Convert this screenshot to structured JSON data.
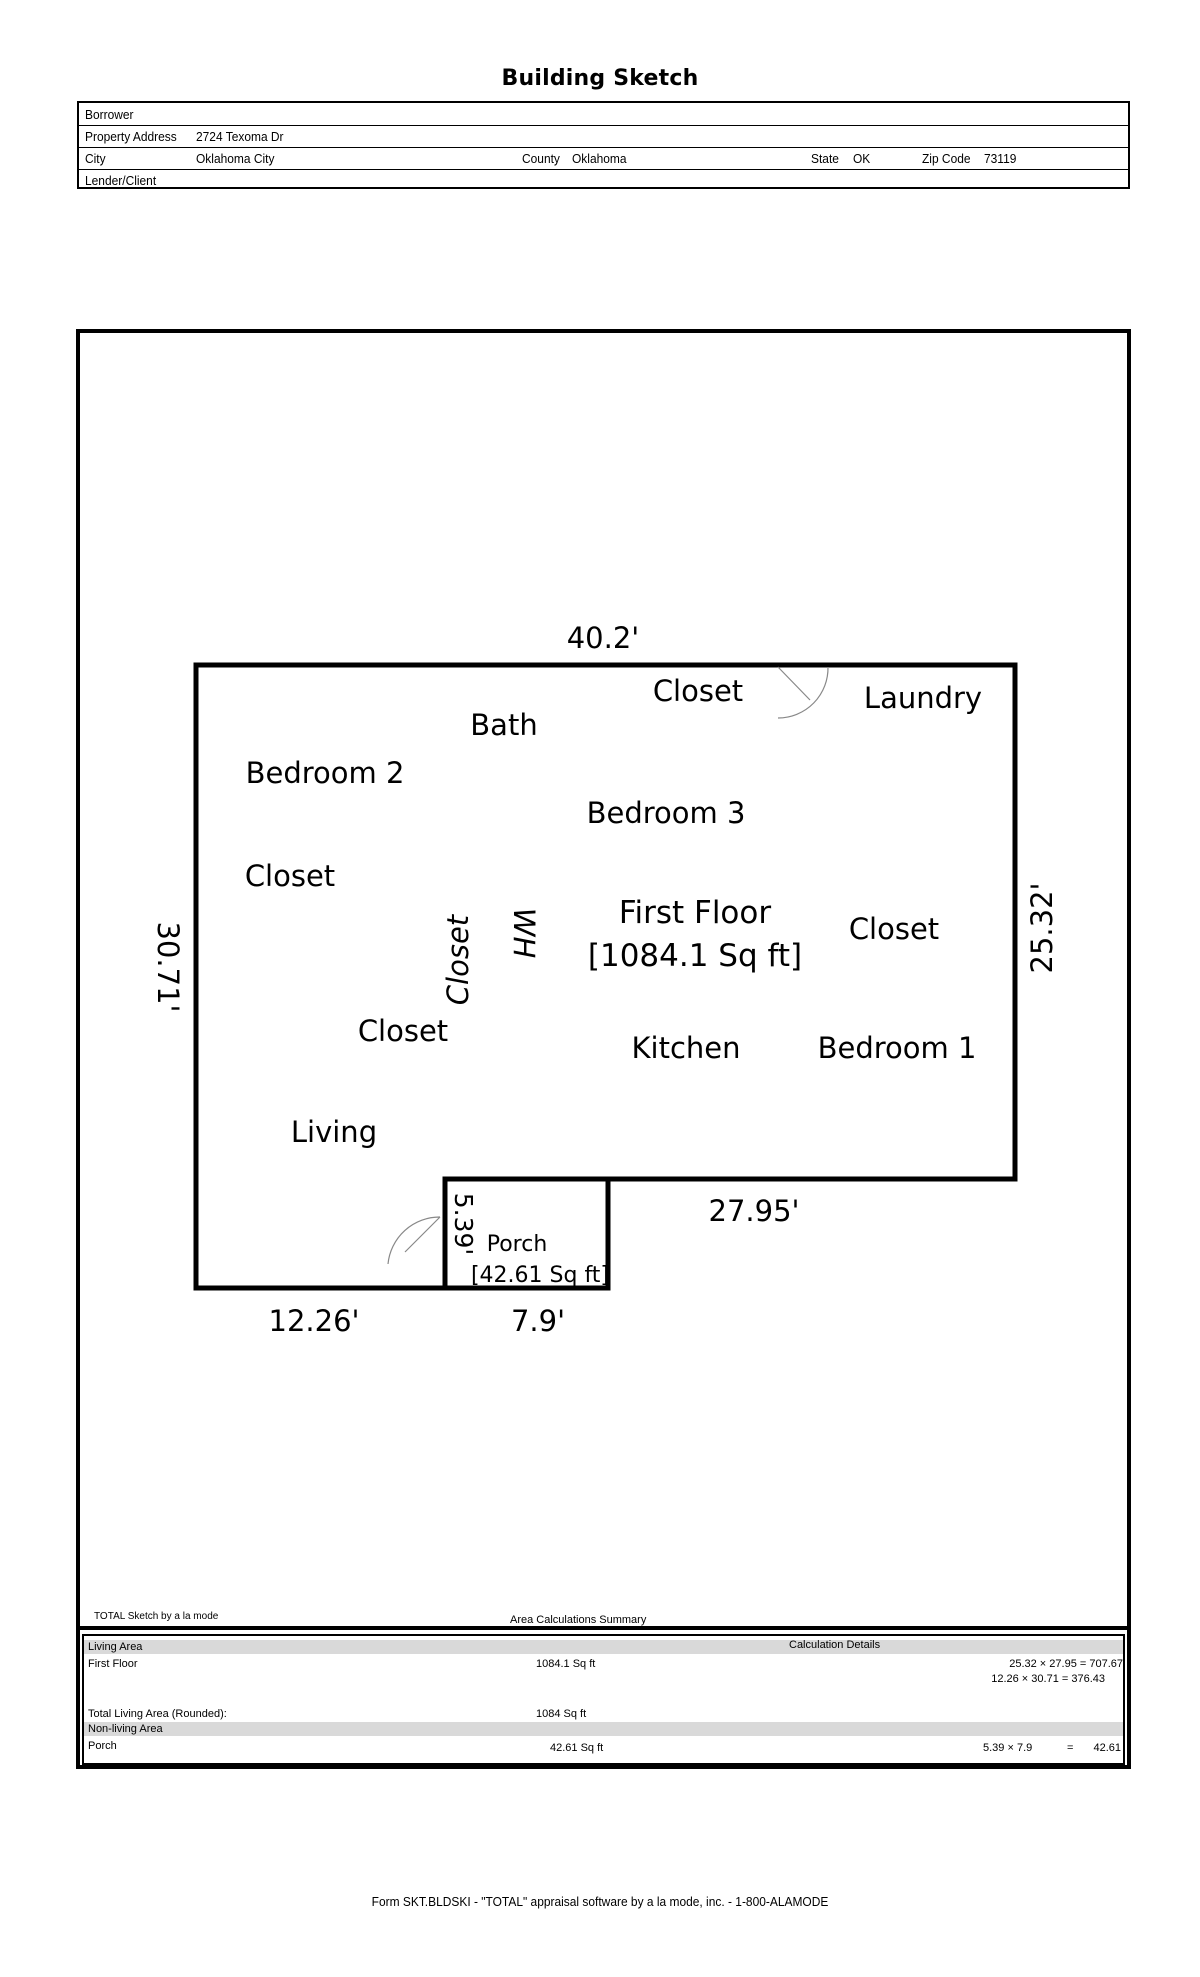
{
  "title": "Building Sketch",
  "header": {
    "borrower_label": "Borrower",
    "address_label": "Property Address",
    "address_value": "2724 Texoma Dr",
    "city_label": "City",
    "city_value": "Oklahoma City",
    "county_label": "County",
    "county_value": "Oklahoma",
    "state_label": "State",
    "state_value": "OK",
    "zip_label": "Zip Code",
    "zip_value": "73119",
    "lender_label": "Lender/Client"
  },
  "plan": {
    "rooms": {
      "closet_top": "Closet",
      "laundry": "Laundry",
      "bath": "Bath",
      "bedroom2": "Bedroom 2",
      "bedroom3": "Bedroom 3",
      "closet_left": "Closet",
      "closet_vertical": "Closet",
      "wh": "WH",
      "first_floor": "First Floor",
      "first_floor_area": "[1084.1 Sq ft]",
      "closet_right": "Closet",
      "closet_mid": "Closet",
      "kitchen": "Kitchen",
      "bedroom1": "Bedroom 1",
      "living": "Living",
      "porch": "Porch",
      "porch_area": "[42.61 Sq ft]"
    },
    "dimensions": {
      "top": "40.2'",
      "left": "30.71'",
      "right": "25.32'",
      "bottom_right": "27.95'",
      "porch_height": "5.39'",
      "bottom_left": "12.26'",
      "bottom_porch": "7.9'"
    }
  },
  "credit": "TOTAL Sketch by a la mode",
  "summary": {
    "heading": "Area Calculations Summary",
    "living_area_label": "Living Area",
    "calc_details_label": "Calculation Details",
    "first_floor_label": "First Floor",
    "first_floor_value": "1084.1 Sq ft",
    "calc_line1": "25.32  ×  27.95  =  707.67",
    "calc_line2": "12.26 × 30.71 = 376.43",
    "total_label": "Total Living Area (Rounded):",
    "total_value": "1084 Sq ft",
    "non_living_label": "Non-living Area",
    "porch_label": "Porch",
    "porch_value": "42.61 Sq ft",
    "porch_calc": "5.39 × 7.9",
    "porch_eq": "=",
    "porch_result": "42.61"
  },
  "footer": "Form SKT.BLDSKI - \"TOTAL\" appraisal software by a la mode, inc. - 1-800-ALAMODE"
}
